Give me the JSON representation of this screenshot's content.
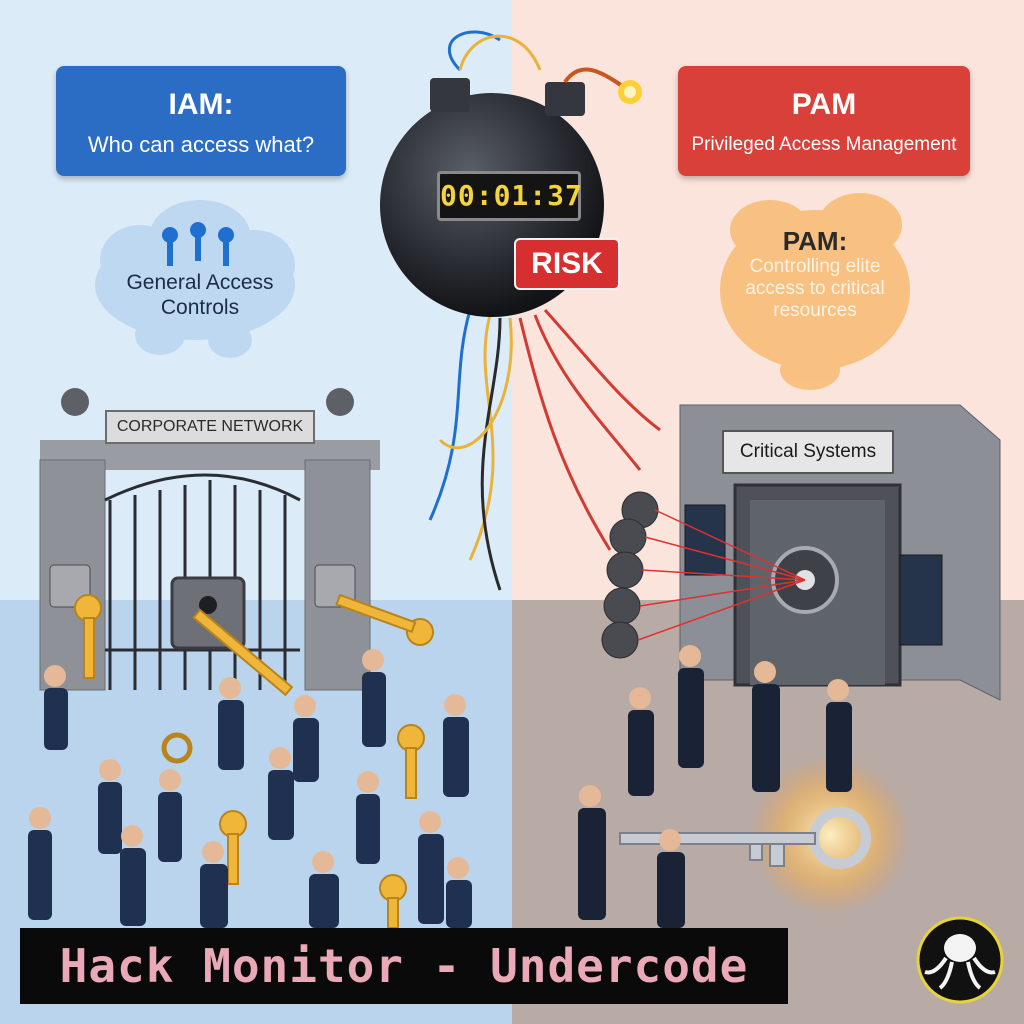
{
  "iam": {
    "title": "IAM:",
    "subtitle": "Who can access what?"
  },
  "pam": {
    "title": "PAM",
    "subtitle": "Privileged Access Management"
  },
  "iam_cloud": {
    "text": "General Access Controls"
  },
  "pam_cloud": {
    "title": "PAM:",
    "text": "Controlling elite access to critical resources"
  },
  "bomb": {
    "timer": "00:01:37",
    "risk": "RISK"
  },
  "gate": {
    "label": "CORPORATE NETWORK"
  },
  "vault": {
    "label": "Critical Systems"
  },
  "banner": {
    "text": "Hack Monitor - Undercode"
  },
  "icons": [
    "key-icon",
    "padlock-icon",
    "vault-dial-icon",
    "bomb-icon",
    "octopus-logo-icon"
  ],
  "colors": {
    "iam_blue": "#2b6cc4",
    "pam_red": "#d9403a",
    "risk_red": "#d62f2f",
    "timer_yellow": "#f5d33b",
    "banner_pink": "#e9a9b6",
    "left_bg": "#dcebf8",
    "right_bg": "#fbe4dc"
  }
}
